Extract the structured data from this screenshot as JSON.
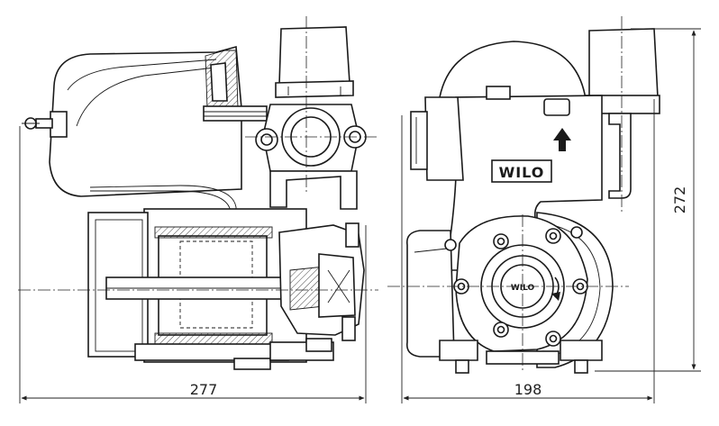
{
  "dimensions": {
    "side_width": "277",
    "front_width": "198",
    "height": "272"
  },
  "logos": {
    "body_brand": "WILO",
    "pump_brand": "WILO"
  }
}
